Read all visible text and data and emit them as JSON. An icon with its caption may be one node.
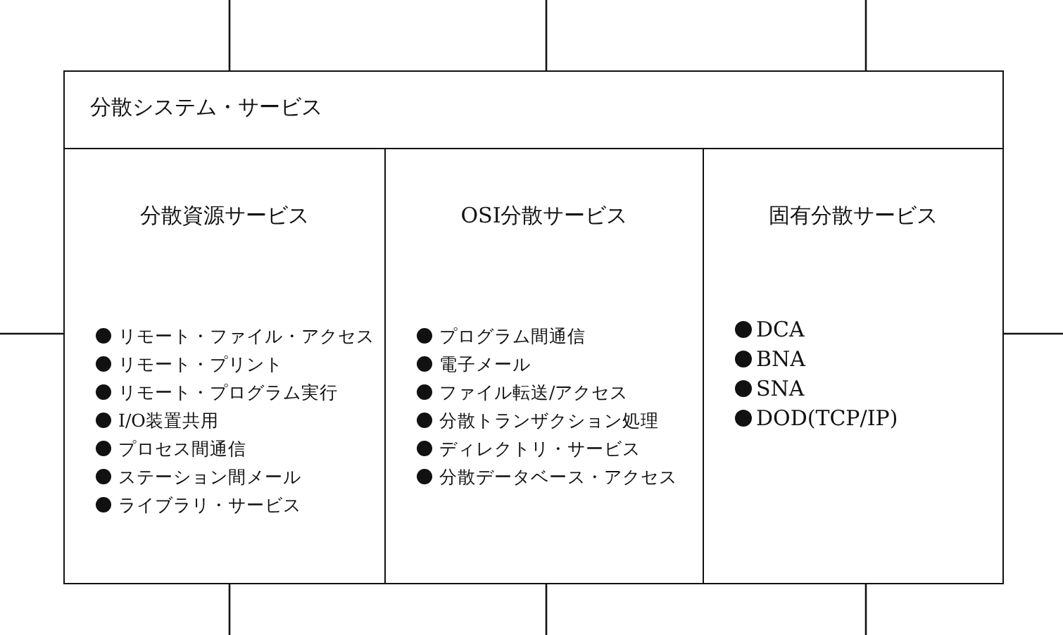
{
  "diagram": {
    "nodes": [
      {
        "text": [
          "分散システム・サービス"
        ]
      },
      {
        "text": [
          "分散資源サービス",
          "リモート・ファイル・アクセス",
          "リモート・プリント",
          "リモート・プログラム実行",
          "I/O装置共用",
          "プロセス間通信",
          "ステーション間メール",
          "ライブラリ・サービス"
        ]
      },
      {
        "text": [
          "OSI分散サービス",
          "プログラム間通信",
          "電子メール",
          "ファイル転送/アクセス",
          "分散トランザクション処理",
          "ディレクトリ・サービス",
          "分散データベース・アクセス"
        ]
      },
      {
        "text": [
          "固有分散サービス",
          "DCA",
          "BNA",
          "SNA",
          "DOD(TCP/IP)"
        ]
      }
    ],
    "edges": [
      {
        "from": null,
        "to": 0,
        "arrow": "none"
      },
      {
        "from": null,
        "to": 0,
        "arrow": "none"
      },
      {
        "from": null,
        "to": 0,
        "arrow": "none"
      },
      {
        "from": null,
        "to": 1,
        "arrow": "none"
      },
      {
        "from": null,
        "to": 3,
        "arrow": "none"
      },
      {
        "from": null,
        "to": 1,
        "arrow": "none"
      },
      {
        "from": null,
        "to": 2,
        "arrow": "none"
      },
      {
        "from": null,
        "to": 3,
        "arrow": "none"
      }
    ]
  }
}
